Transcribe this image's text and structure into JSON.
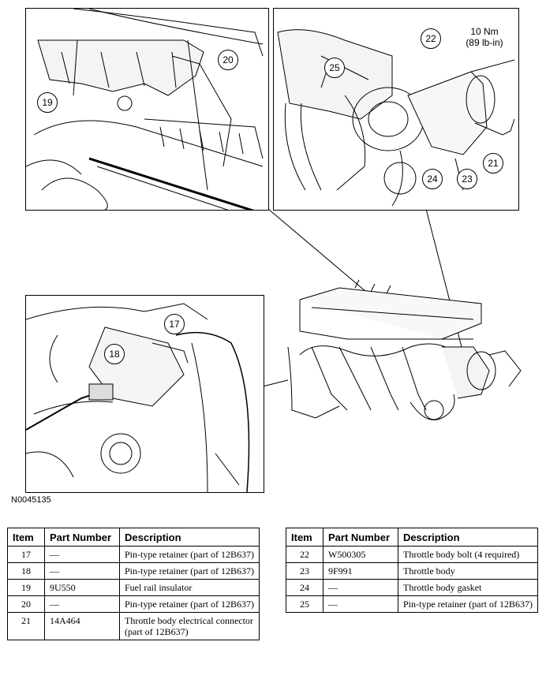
{
  "figure": {
    "id": "N0045135",
    "callouts": [
      "17",
      "18",
      "19",
      "20",
      "21",
      "22",
      "23",
      "24",
      "25"
    ],
    "torque": {
      "nm": "10 Nm",
      "lbin": "(89 lb-in)"
    }
  },
  "table": {
    "headers": {
      "item": "Item",
      "part": "Part Number",
      "desc": "Description"
    },
    "left_rows": [
      {
        "item": "17",
        "part": "—",
        "desc": "Pin-type retainer (part of 12B637)"
      },
      {
        "item": "18",
        "part": "—",
        "desc": "Pin-type retainer (part of 12B637)"
      },
      {
        "item": "19",
        "part": "9U550",
        "desc": "Fuel rail insulator"
      },
      {
        "item": "20",
        "part": "—",
        "desc": "Pin-type retainer (part of 12B637)"
      },
      {
        "item": "21",
        "part": "14A464",
        "desc": "Throttle body electrical connector (part of 12B637)"
      }
    ],
    "right_rows": [
      {
        "item": "22",
        "part": "W500305",
        "desc": "Throttle body bolt (4 required)"
      },
      {
        "item": "23",
        "part": "9F991",
        "desc": "Throttle body"
      },
      {
        "item": "24",
        "part": "—",
        "desc": "Throttle body gasket"
      },
      {
        "item": "25",
        "part": "—",
        "desc": "Pin-type retainer (part of 12B637)"
      }
    ]
  }
}
